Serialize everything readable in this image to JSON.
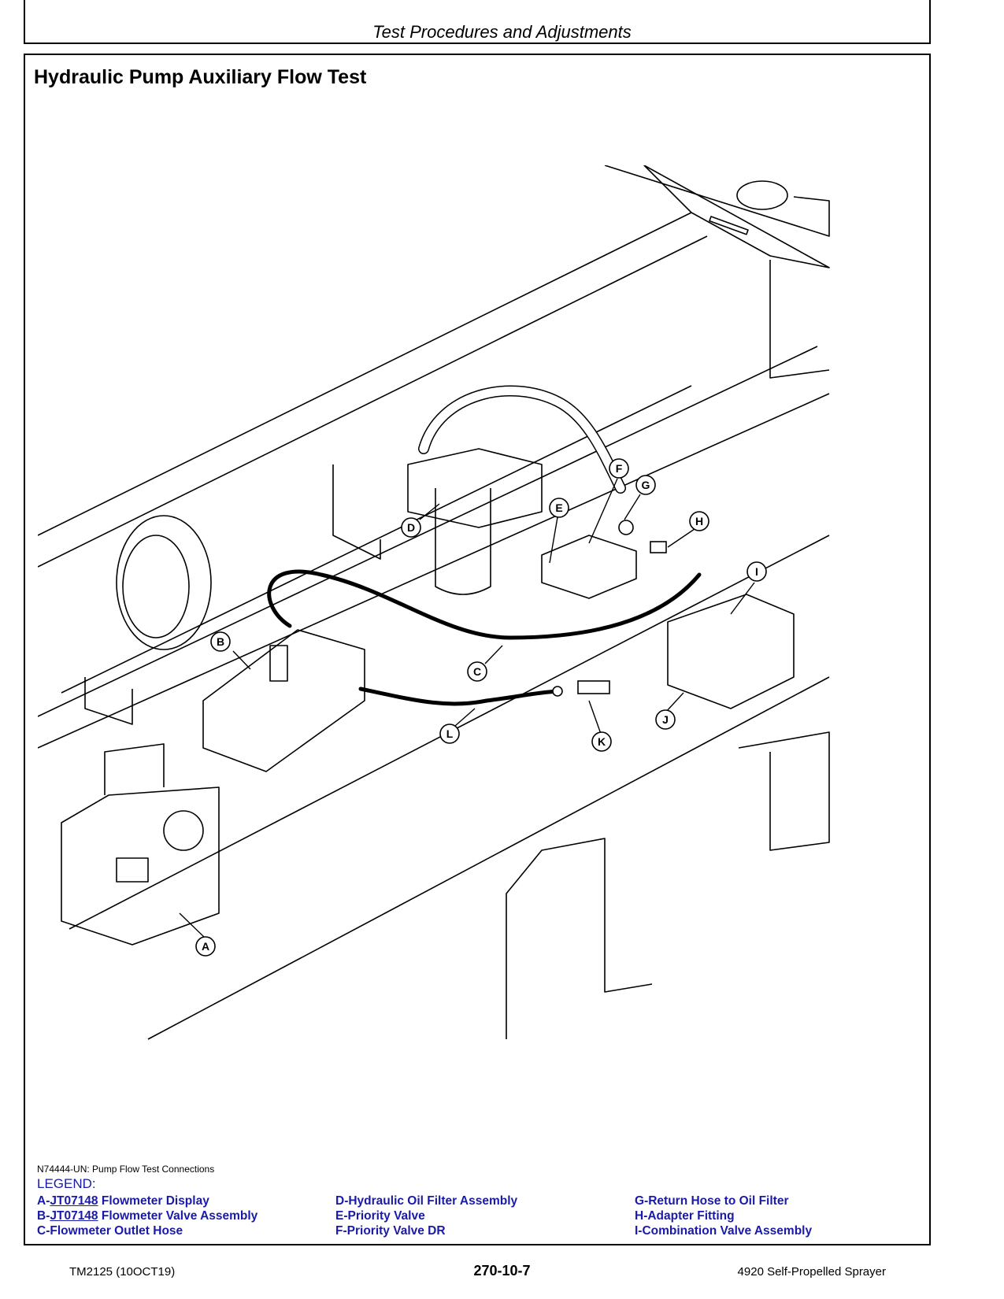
{
  "header": {
    "section": "Test Procedures and Adjustments"
  },
  "title": "Hydraulic Pump Auxiliary Flow Test",
  "figure": {
    "callouts": [
      "A",
      "B",
      "C",
      "D",
      "E",
      "F",
      "G",
      "H",
      "I",
      "J",
      "K",
      "L"
    ],
    "caption": "N74444-UN: Pump Flow Test Connections"
  },
  "legend": {
    "title": "LEGEND:",
    "items": [
      {
        "letter": "A-",
        "link": "JT07148",
        "desc": " Flowmeter Display"
      },
      {
        "letter": "B-",
        "link": "JT07148",
        "desc": " Flowmeter Valve Assembly"
      },
      {
        "letter": "C-",
        "link": "",
        "desc": "Flowmeter Outlet Hose"
      },
      {
        "letter": "D-",
        "link": "",
        "desc": "Hydraulic Oil Filter Assembly"
      },
      {
        "letter": "E-",
        "link": "",
        "desc": "Priority Valve"
      },
      {
        "letter": "F-",
        "link": "",
        "desc": "Priority Valve DR"
      },
      {
        "letter": "G-",
        "link": "",
        "desc": "Return Hose to Oil Filter"
      },
      {
        "letter": "H-",
        "link": "",
        "desc": "Adapter Fitting"
      },
      {
        "letter": "I-",
        "link": "",
        "desc": "Combination Valve Assembly"
      }
    ]
  },
  "footer": {
    "doc": "TM2125 (10OCT19)",
    "page": "270-10-7",
    "product": "4920 Self-Propelled Sprayer"
  }
}
